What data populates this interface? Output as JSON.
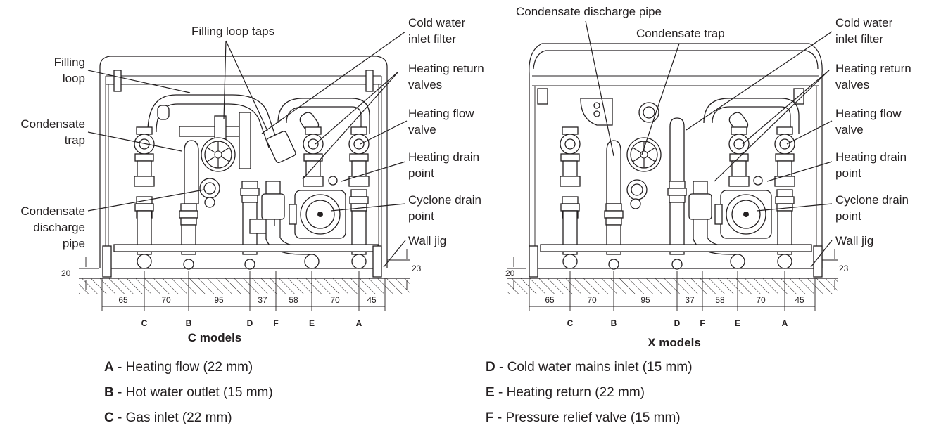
{
  "callouts_c": {
    "filling_loop_taps": "Filling loop taps",
    "cold_water_inlet_filter_1": "Cold water",
    "cold_water_inlet_filter_2": "inlet filter",
    "filling_loop_1": "Filling",
    "filling_loop_2": "loop",
    "heating_return_valves_1": "Heating return",
    "heating_return_valves_2": "valves",
    "condensate_trap_1": "Condensate",
    "condensate_trap_2": "trap",
    "heating_flow_valve_1": "Heating flow",
    "heating_flow_valve_2": "valve",
    "heating_drain_point_1": "Heating drain",
    "heating_drain_point_2": "point",
    "condensate_discharge_pipe_1": "Condensate",
    "condensate_discharge_pipe_2": "discharge",
    "condensate_discharge_pipe_3": "pipe",
    "cyclone_drain_point_1": "Cyclone drain",
    "cyclone_drain_point_2": "point",
    "wall_jig": "Wall jig"
  },
  "callouts_x": {
    "condensate_discharge_pipe": "Condensate discharge pipe",
    "condensate_trap": "Condensate trap",
    "cold_water_inlet_filter_1": "Cold water",
    "cold_water_inlet_filter_2": "inlet filter",
    "heating_return_valves_1": "Heating return",
    "heating_return_valves_2": "valves",
    "heating_flow_valve_1": "Heating flow",
    "heating_flow_valve_2": "valve",
    "heating_drain_point_1": "Heating drain",
    "heating_drain_point_2": "point",
    "cyclone_drain_point_1": "Cyclone drain",
    "cyclone_drain_point_2": "point",
    "wall_jig": "Wall jig"
  },
  "dimensions": {
    "left_height": "20",
    "right_height": "23",
    "spacings": [
      "65",
      "70",
      "95",
      "37",
      "58",
      "70",
      "45"
    ]
  },
  "connections": [
    "C",
    "B",
    "D",
    "F",
    "E",
    "A"
  ],
  "models": {
    "c": "C models",
    "x": "X models"
  },
  "legend": [
    {
      "letter": "A",
      "text": "- Heating flow (22 mm)"
    },
    {
      "letter": "B",
      "text": "- Hot water outlet (15 mm)"
    },
    {
      "letter": "C",
      "text": "- Gas inlet (22 mm)"
    },
    {
      "letter": "D",
      "text": "- Cold water mains inlet (15 mm)"
    },
    {
      "letter": "E",
      "text": "- Heating return (22 mm)"
    },
    {
      "letter": "F",
      "text": "- Pressure relief valve (15 mm)"
    }
  ]
}
